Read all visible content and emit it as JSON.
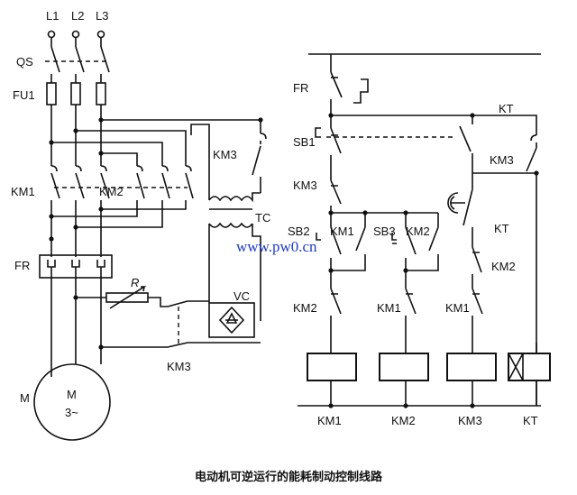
{
  "labels": {
    "l1": "L1",
    "l2": "L2",
    "l3": "L3",
    "qs": "QS",
    "fu1": "FU1",
    "km3_main": "KM3",
    "km1_main": "KM1",
    "km2_main": "KM2",
    "tc": "TC",
    "fr_left": "FR",
    "r": "R",
    "vc": "VC",
    "km3_bottom": "KM3",
    "motor_letter": "M",
    "motor_name": "M",
    "motor_phase": "3~",
    "fr_right": "FR",
    "sb1": "SB1",
    "km3_nc": "KM3",
    "sb2": "SB2",
    "km1_aux": "KM1",
    "sb3": "SB3",
    "km2_aux": "KM2",
    "kt_top": "KT",
    "km3_aux": "KM3",
    "kt_mid": "KT",
    "km2_int": "KM2",
    "km2_ic": "KM2",
    "km1_ic": "KM1",
    "km1_ic2": "KM1",
    "coil1": "KM1",
    "coil2": "KM2",
    "coil3": "KM3",
    "coil4": "KT"
  },
  "watermark": "www.pw0.cn",
  "caption": "电动机可逆运行的能耗制动控制线路"
}
